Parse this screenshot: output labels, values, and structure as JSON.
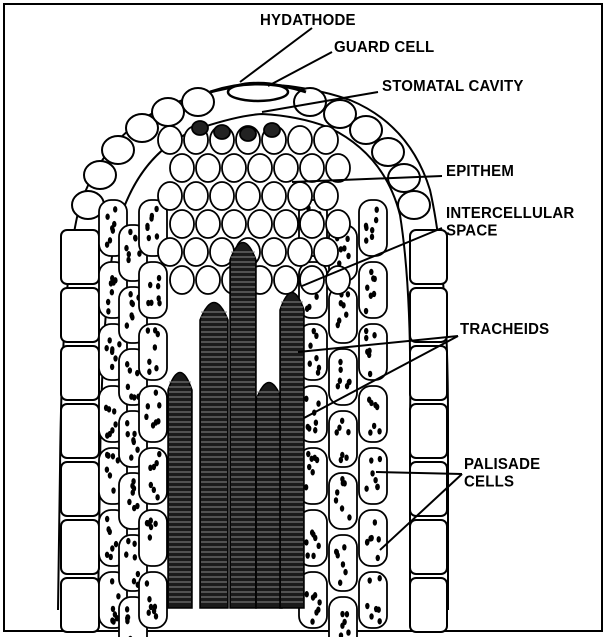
{
  "diagram": {
    "labels": {
      "hydathode": "HYDATHODE",
      "guard_cell": "GUARD CELL",
      "stomatal_cavity": "STOMATAL CAVITY",
      "epithem": "EPITHEM",
      "intercellular_space": "INTERCELLULAR\nSPACE",
      "tracheids": "TRACHEIDS",
      "palisade_cells": "PALISADE\nCELLS"
    },
    "colors": {
      "ink": "#000000",
      "background": "#ffffff"
    }
  }
}
